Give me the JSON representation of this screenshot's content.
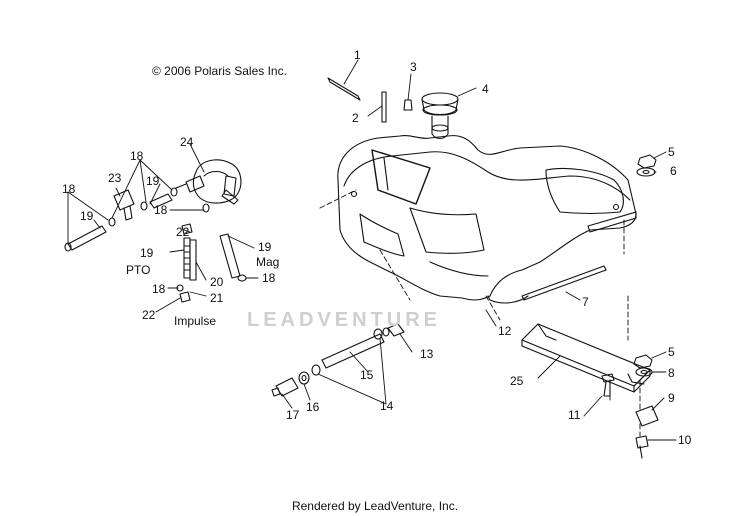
{
  "copyright": "© 2006 Polaris Sales Inc.",
  "footer": "Rendered by LeadVenture, Inc.",
  "watermark": "LEADVENTURE",
  "callouts": {
    "c1": "1",
    "c2": "2",
    "c3": "3",
    "c4": "4",
    "c5a": "5",
    "c6": "6",
    "c7": "7",
    "c5b": "5",
    "c8": "8",
    "c9": "9",
    "c10": "10",
    "c11": "11",
    "c12": "12",
    "c13": "13",
    "c14": "14",
    "c15": "15",
    "c16": "16",
    "c17": "17",
    "c25": "25",
    "c24": "24",
    "c18a": "18",
    "c18b": "18",
    "c18c": "18",
    "c18d": "18",
    "c18e": "18",
    "c23": "23",
    "c19a": "19",
    "c19b": "19",
    "c19c": "19",
    "c19d": "19",
    "c22a": "22",
    "c22b": "22",
    "c20": "20",
    "c21": "21"
  },
  "side_labels": {
    "pto": "PTO",
    "mag": "Mag",
    "impulse": "Impulse"
  }
}
